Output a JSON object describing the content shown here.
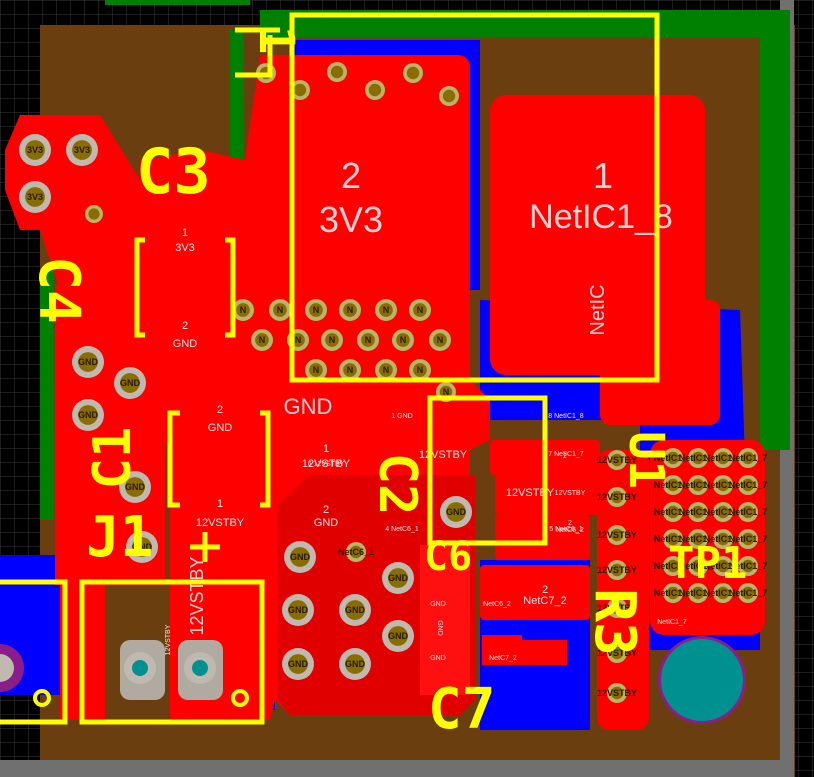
{
  "designators": {
    "c3": "C3",
    "c4": "C4",
    "c1": "C1",
    "j1": "J1",
    "c2": "C2",
    "c6": "C6",
    "r3": "R3",
    "c7": "C7",
    "u1": "U1",
    "tp1": "TP1",
    "ic_pin": "1"
  },
  "pads": {
    "big2_num": "2",
    "big2_net": "3V3",
    "big1_num": "1",
    "big1_net": "NetIC1_8",
    "big1_sub": "NetIC",
    "c3_pad1_num": "1",
    "c3_pad1_net": "3V3",
    "c3_pad2_num": "2",
    "c3_pad2_net": "GND",
    "c1_pad2_num": "2",
    "c1_pad2_net": "GND",
    "c1_pad1_num": "1",
    "c1_pad1_net": "12VSTBY",
    "gnd_region": "GND",
    "j1_net": "12VSTBY",
    "c2_pad2_num": "2",
    "c2_pad2_net": "GND",
    "c2_pad1_num": "1",
    "c2_pad1_net": "12VSTBY",
    "c6_pad_net": "12VSTBY",
    "c6_pad2": "2",
    "c6_pad2_net": "NetC6_2",
    "c6_left": "NetC6_2",
    "c7_pad2": "2",
    "c7_net": "NetC7_2",
    "c7_small": "NetC7_2",
    "u1_pin1": "1 GND",
    "u1_pin8": "8 NetIC1_8",
    "u1_pin7": "7 NetIC1_7",
    "u1_pin6": "6 12VSTBY",
    "u1_pin5": "5 NetC6_1",
    "u1_pin4": "4 NetC6_1",
    "u1_sub": "GND",
    "u1_sub2": "GND",
    "u1_center": "GND",
    "tp_net": "NetIC1_7",
    "j1_pad": "12VSTBY",
    "c2_right_num": "2",
    "c2_right_net": "12VSTBY",
    "c2_right_sub": "12VSTBY"
  },
  "via_labels": {
    "3v3": "3V3",
    "gnd": "GND",
    "net": "NetIC1_7",
    "net_short": "N",
    "netc6": "NetC6_1",
    "r3": "12VSTBY"
  },
  "colors": {
    "background": "#000000",
    "grid": "#3a3a3a",
    "board_fill": "#6b3e0f",
    "top_copper": "#ff0000",
    "bottom_copper": "#0000ff",
    "keepout": "#008000",
    "silkscreen": "#ffff00",
    "pad_ring": "#8a6d00",
    "pad_hole": "#c0b9b0",
    "via_ring": "#b8b46a",
    "mount_hole": "#009090",
    "mount_ring": "#8b1d8b",
    "board_edge": "#707070"
  }
}
